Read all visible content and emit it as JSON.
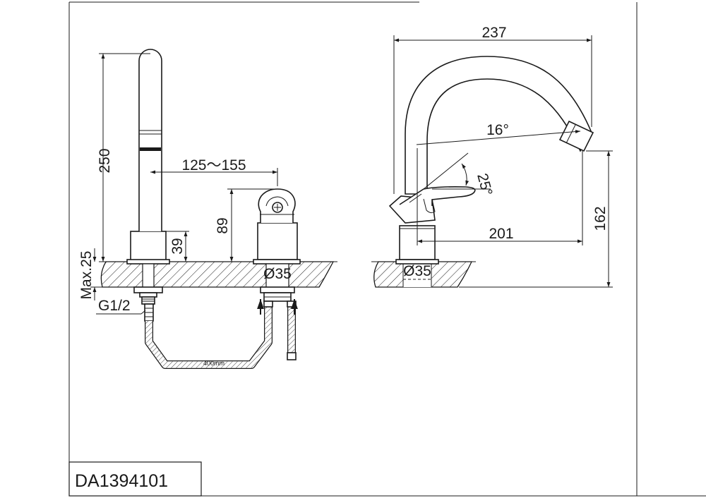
{
  "drawing_code": "DA1394101",
  "front_view": {
    "spout_height": "250",
    "spout_hole_distance": "125～155",
    "lever_body_height": "89",
    "base_height": "39",
    "max_deck_thickness": "Max.25",
    "thread": "G1/2",
    "lever_hole_diameter": "Ø35",
    "hose_length": "400mm"
  },
  "side_view": {
    "overall_reach": "237",
    "spout_angle": "16°",
    "lever_angle": "25°",
    "spout_outlet_reach": "201",
    "outlet_height": "162",
    "hole_diameter": "Ø35"
  }
}
